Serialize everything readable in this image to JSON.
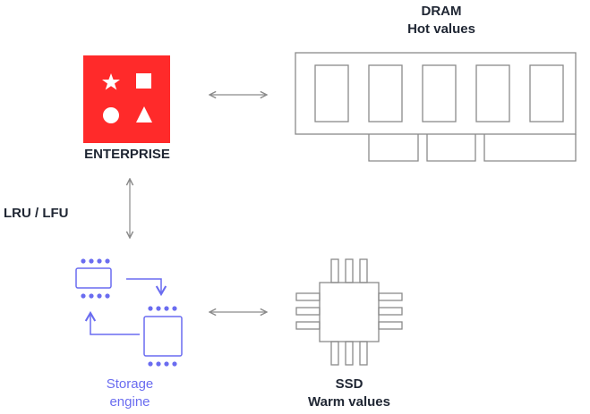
{
  "dram": {
    "line1": "DRAM",
    "line2": "Hot values"
  },
  "enterprise": {
    "label": "ENTERPRISE"
  },
  "policy": {
    "label": "LRU / LFU"
  },
  "storage": {
    "line1": "Storage",
    "line2": "engine"
  },
  "ssd": {
    "line1": "SSD",
    "line2": "Warm values"
  },
  "colors": {
    "brand_red": "#ff2a2a",
    "accent_purple": "#6a6cf0",
    "line_gray": "#8a8a8a"
  }
}
